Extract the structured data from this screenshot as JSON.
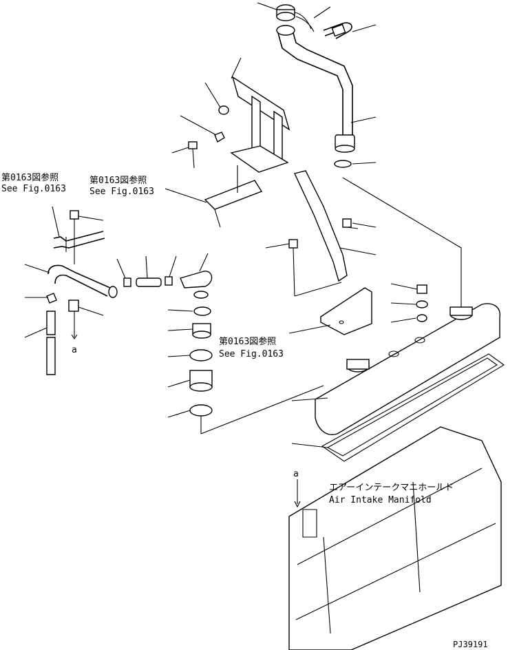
{
  "references": {
    "ref1_jp": "第0163図参照",
    "ref1_en": "See Fig.0163",
    "ref2_jp": "第0163図参照",
    "ref2_en": "See Fig.0163",
    "ref3_jp": "第0163図参照",
    "ref3_en": "See Fig.0163"
  },
  "manifold": {
    "label_jp": "エアーインテークマニホールド",
    "label_en": "Air Intake Manifold"
  },
  "marker_a_top": "a",
  "marker_a_bottom": "a",
  "drawing_code": "PJ39191"
}
